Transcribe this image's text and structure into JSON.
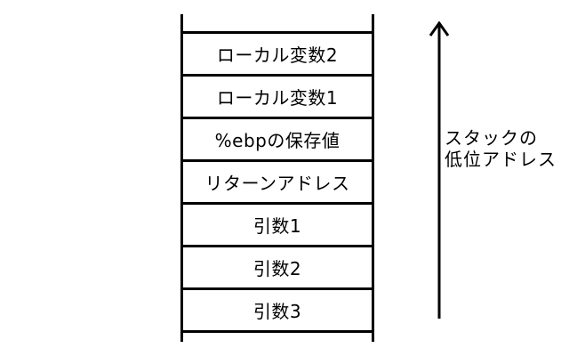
{
  "stack": {
    "cells": [
      "ローカル変数2",
      "ローカル変数1",
      "%ebpの保存値",
      "リターンアドレス",
      "引数1",
      "引数2",
      "引数3"
    ]
  },
  "arrow_note": {
    "line1": "スタックの",
    "line2": "低位アドレス"
  },
  "colors": {
    "line": "#000000",
    "background": "#ffffff"
  },
  "icons": {
    "arrow": "up-arrow-icon"
  }
}
